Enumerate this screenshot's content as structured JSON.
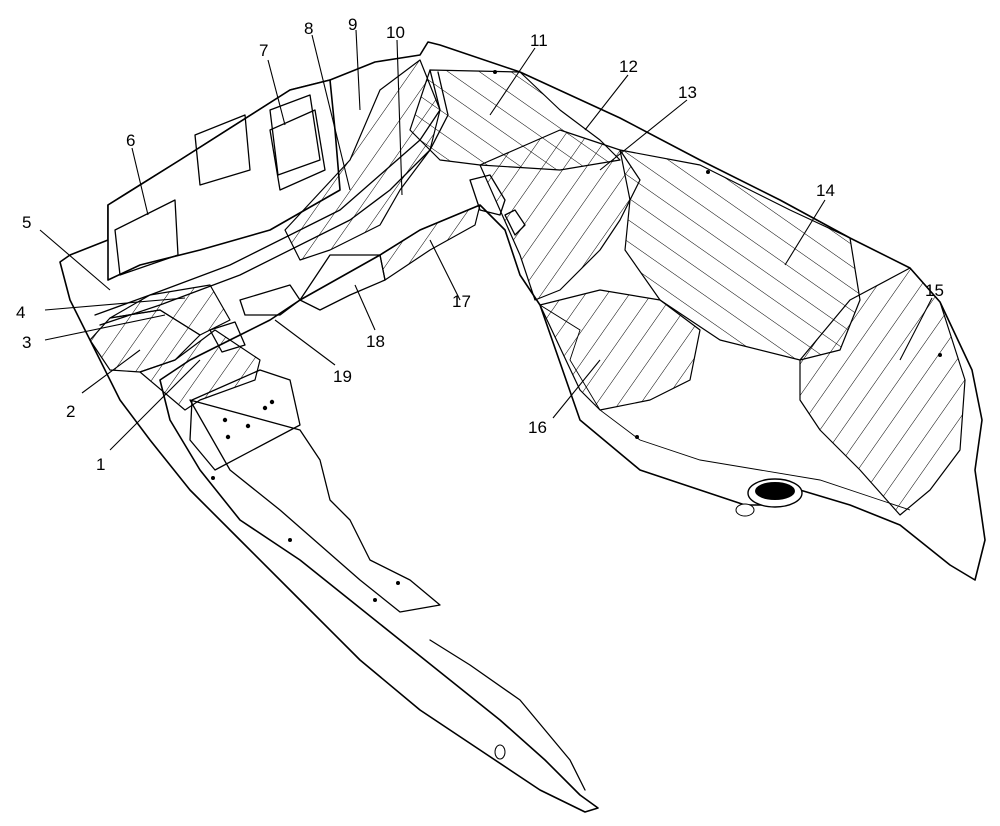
{
  "callouts": [
    {
      "id": "1",
      "label": "1"
    },
    {
      "id": "2",
      "label": "2"
    },
    {
      "id": "3",
      "label": "3"
    },
    {
      "id": "4",
      "label": "4"
    },
    {
      "id": "5",
      "label": "5"
    },
    {
      "id": "6",
      "label": "6"
    },
    {
      "id": "7",
      "label": "7"
    },
    {
      "id": "8",
      "label": "8"
    },
    {
      "id": "9",
      "label": "9"
    },
    {
      "id": "10",
      "label": "10"
    },
    {
      "id": "11",
      "label": "11"
    },
    {
      "id": "12",
      "label": "12"
    },
    {
      "id": "13",
      "label": "13"
    },
    {
      "id": "14",
      "label": "14"
    },
    {
      "id": "15",
      "label": "15"
    },
    {
      "id": "16",
      "label": "16"
    },
    {
      "id": "17",
      "label": "17"
    },
    {
      "id": "18",
      "label": "18"
    },
    {
      "id": "19",
      "label": "19"
    }
  ],
  "colors": {
    "line": "#000000",
    "background": "#ffffff"
  }
}
